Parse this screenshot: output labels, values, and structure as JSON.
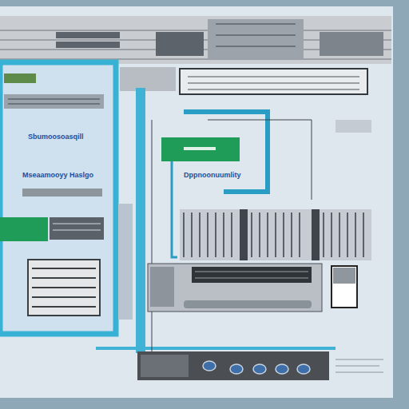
{
  "diagram": {
    "labels": [
      "Sbumoosoasqill",
      "Mseaamooyy Haslgo",
      "Dppnoonuumlity"
    ]
  }
}
